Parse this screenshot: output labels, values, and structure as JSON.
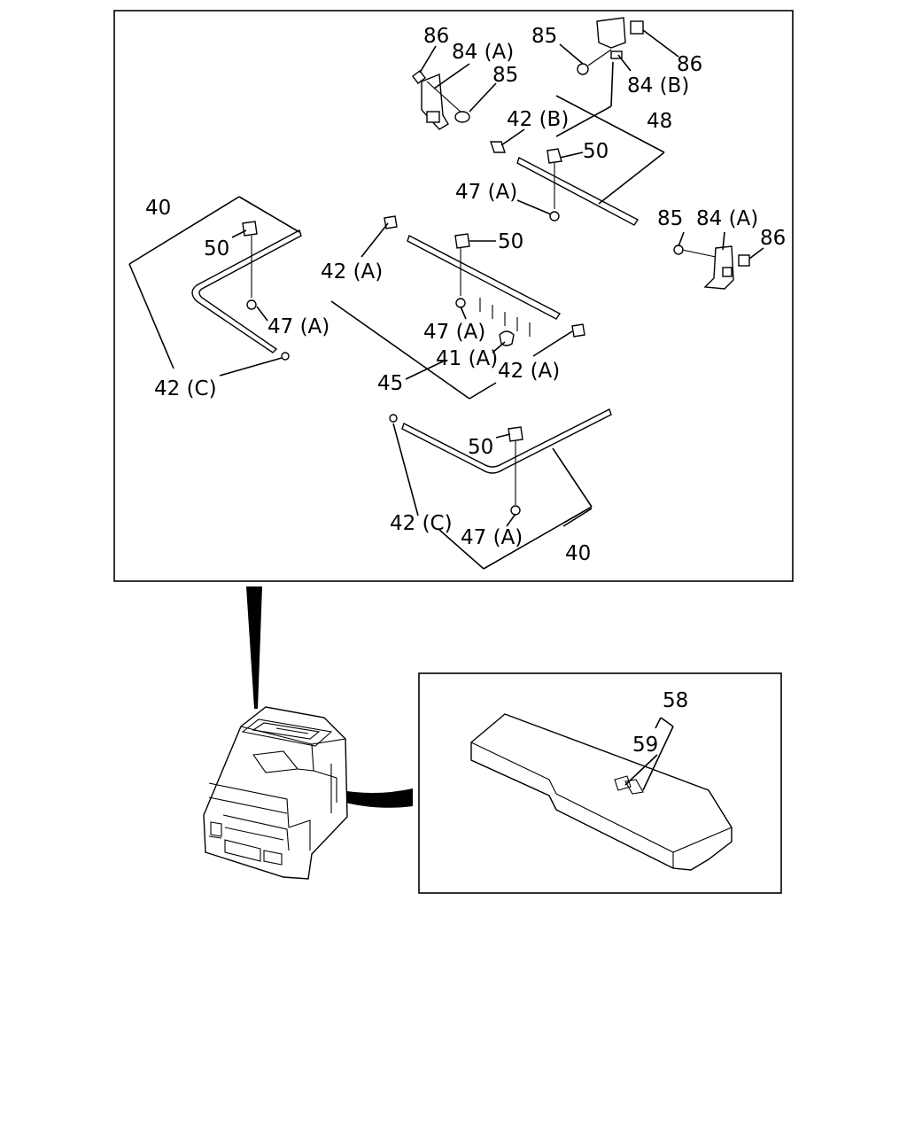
{
  "diagram": {
    "labels": [
      "86",
      "84 (A)",
      "85",
      "85",
      "86",
      "84 (B)",
      "42 (B)",
      "48",
      "50",
      "47 (A)",
      "40",
      "50",
      "47 (A)",
      "42 (C)",
      "42 (A)",
      "50",
      "47 (A)",
      "41 (A)",
      "42 (A)",
      "45",
      "85",
      "84 (A)",
      "86",
      "50",
      "42 (C)",
      "47 (A)",
      "40"
    ],
    "inset_labels": [
      "58",
      "59"
    ]
  }
}
